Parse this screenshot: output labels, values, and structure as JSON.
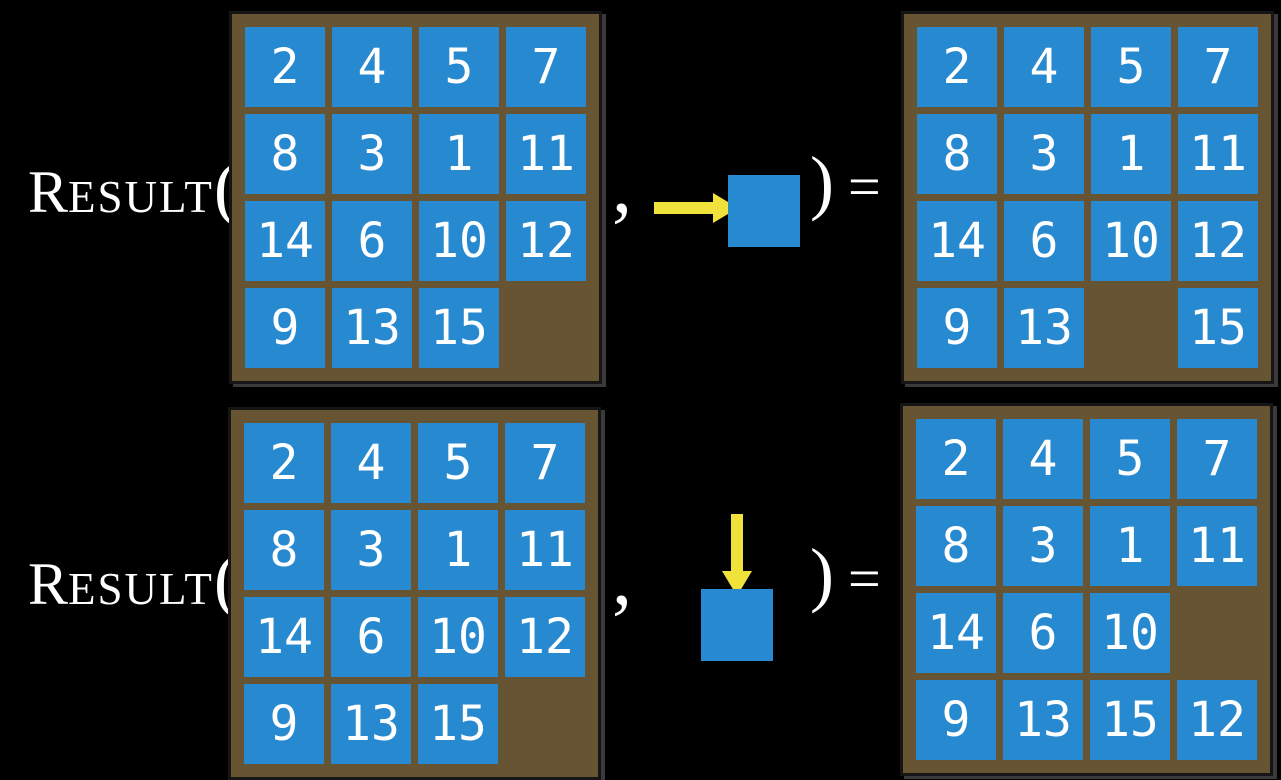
{
  "figure": {
    "description": "Sliding 15-puzzle RESULT function diagram with two example moves",
    "colors": {
      "background": "#000000",
      "board": "#675433",
      "tile": "#2789D0",
      "tile_text": "#FFFFFF",
      "arrow": "#F0E13B",
      "label_text": "#FFFFFF"
    },
    "rows": [
      {
        "name": "move-right",
        "label_lead": "R",
        "label_rest": "ESULT",
        "open_paren": "(",
        "comma": ",",
        "action_direction": "right",
        "close_paren": ")",
        "equals": "=",
        "input_grid": [
          [
            "2",
            "4",
            "5",
            "7"
          ],
          [
            "8",
            "3",
            "1",
            "11"
          ],
          [
            "14",
            "6",
            "10",
            "12"
          ],
          [
            "9",
            "13",
            "15",
            null
          ]
        ],
        "result_grid": [
          [
            "2",
            "4",
            "5",
            "7"
          ],
          [
            "8",
            "3",
            "1",
            "11"
          ],
          [
            "14",
            "6",
            "10",
            "12"
          ],
          [
            "9",
            "13",
            null,
            "15"
          ]
        ]
      },
      {
        "name": "move-down",
        "label_lead": "R",
        "label_rest": "ESULT",
        "open_paren": "(",
        "comma": ",",
        "action_direction": "down",
        "close_paren": ")",
        "equals": "=",
        "input_grid": [
          [
            "2",
            "4",
            "5",
            "7"
          ],
          [
            "8",
            "3",
            "1",
            "11"
          ],
          [
            "14",
            "6",
            "10",
            "12"
          ],
          [
            "9",
            "13",
            "15",
            null
          ]
        ],
        "result_grid": [
          [
            "2",
            "4",
            "5",
            "7"
          ],
          [
            "8",
            "3",
            "1",
            "11"
          ],
          [
            "14",
            "6",
            "10",
            null
          ],
          [
            "9",
            "13",
            "15",
            "12"
          ]
        ]
      }
    ]
  }
}
